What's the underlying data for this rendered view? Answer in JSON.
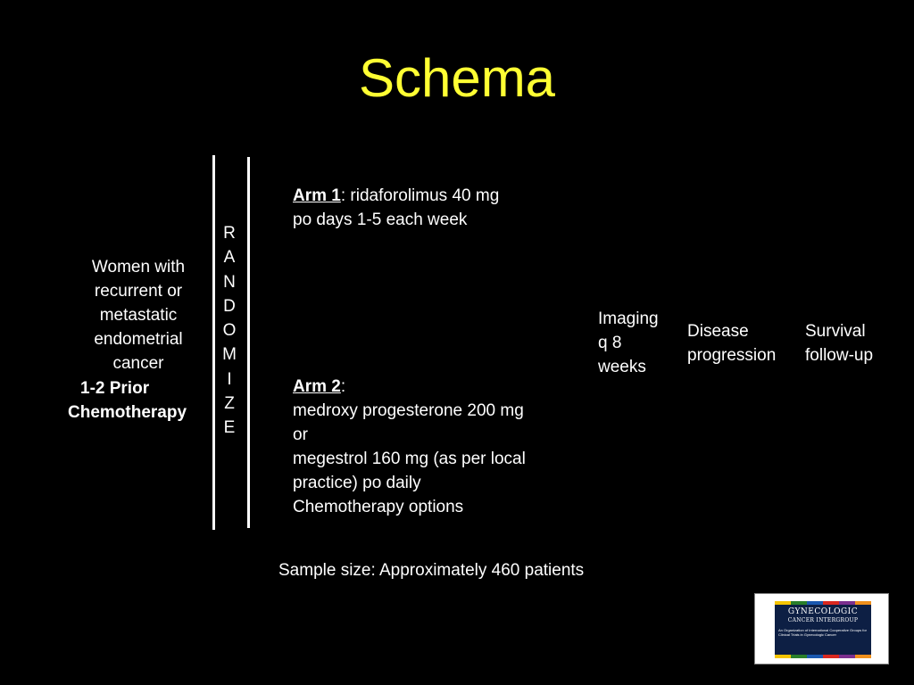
{
  "title": "Schema",
  "population": {
    "lines": [
      "Women with",
      "recurrent or",
      "metastatic",
      "endometrial",
      "cancer"
    ],
    "prior_line1": "1-2 Prior",
    "prior_line2": "Chemotherapy"
  },
  "randomize_letters": [
    "R",
    "A",
    "N",
    "D",
    "O",
    "M",
    "I",
    "Z",
    "E"
  ],
  "arm1": {
    "label": "Arm 1",
    "text1": ": ridaforolimus 40 mg",
    "text2": "po days 1-5 each week"
  },
  "arm2": {
    "label": "Arm 2",
    "colon": ":",
    "lines": [
      "medroxy progesterone 200 mg",
      "or",
      "megestrol 160 mg (as per local",
      "practice) po daily",
      "Chemotherapy options"
    ]
  },
  "imaging": [
    "Imaging",
    "q 8",
    "weeks"
  ],
  "progression": [
    "Disease",
    "progression"
  ],
  "survival": [
    "Survival",
    "follow-up"
  ],
  "sample_size": "Sample size: Approximately 460 patients",
  "logo": {
    "name": "GYNECOLOGIC",
    "sub": "CANCER INTERGROUP",
    "tag": "An Organization of International Cooperative Groups for Clinical Trials in Gynecologic Cancer",
    "stripe_colors": [
      "#f5c400",
      "#2a7f2a",
      "#1a58b0",
      "#d9281f",
      "#7b2f8f",
      "#f0901c"
    ]
  }
}
